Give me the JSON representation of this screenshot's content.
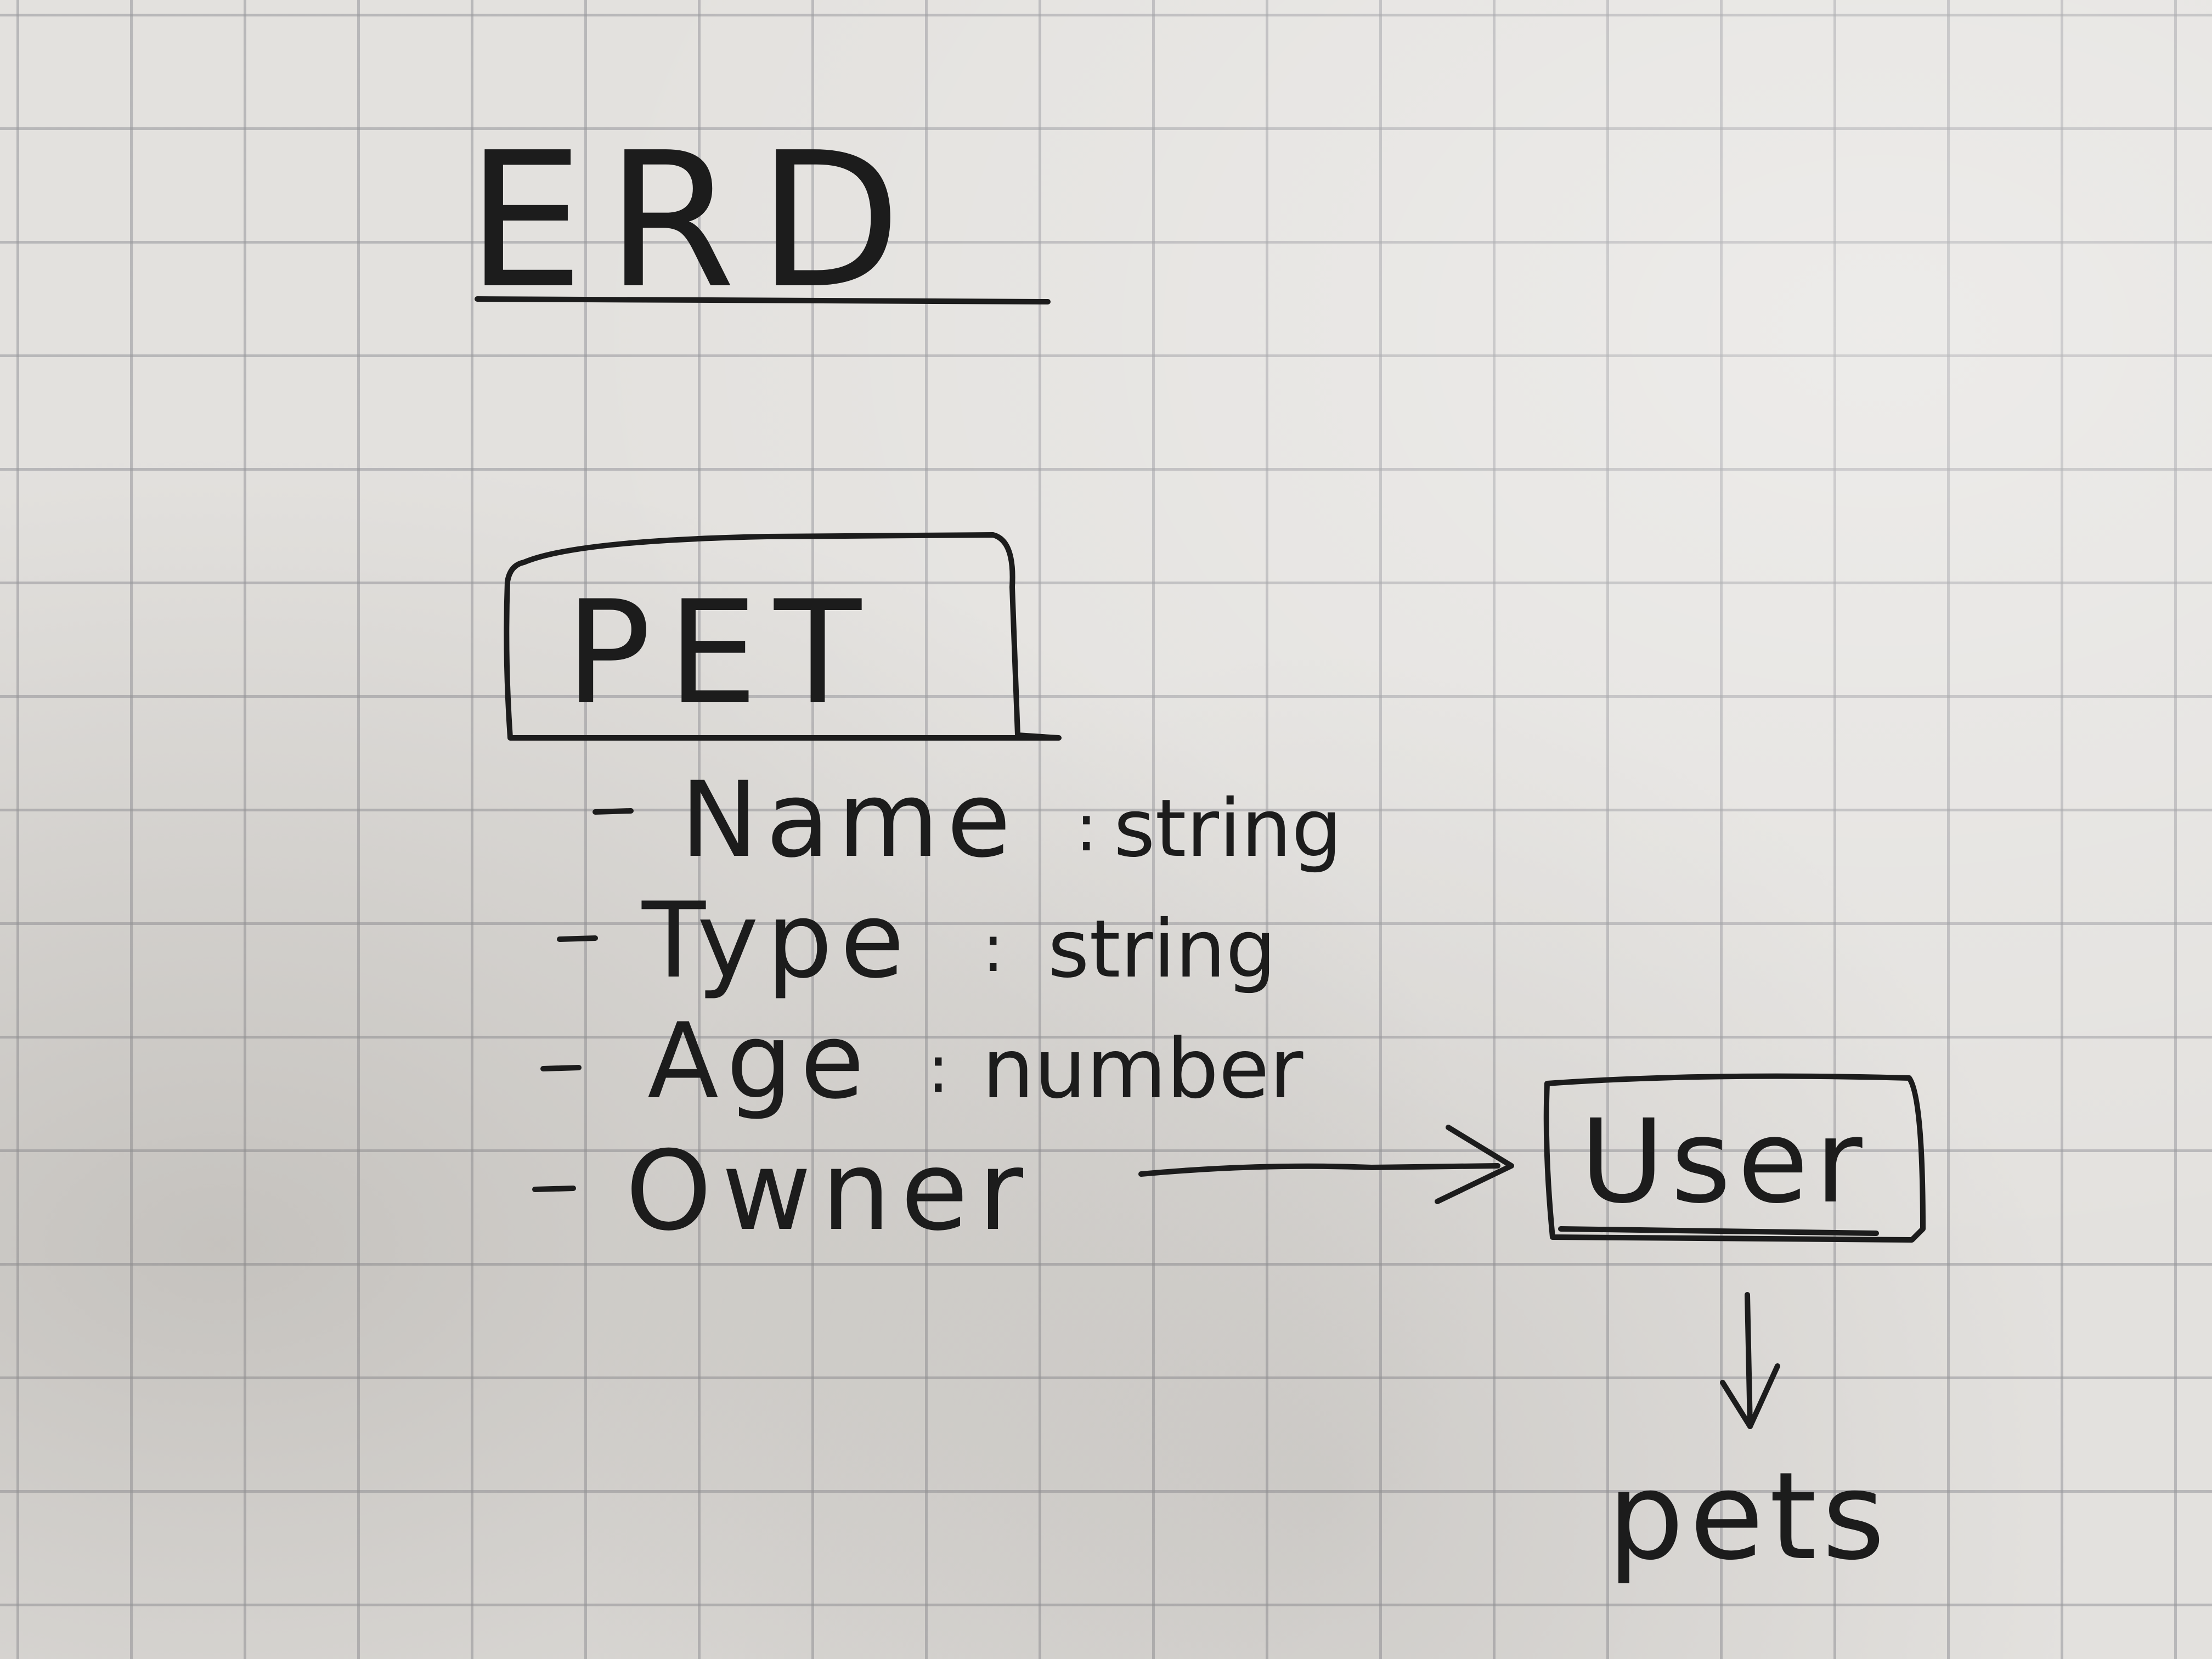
{
  "title": "ERD",
  "entities": {
    "pet": {
      "name": "PET",
      "attributes": [
        {
          "name": "Name",
          "type": "string"
        },
        {
          "name": "Type",
          "type": "string"
        },
        {
          "name": "Age",
          "type": "number"
        },
        {
          "name": "Owner",
          "type": ""
        }
      ]
    },
    "user": {
      "name": "User",
      "field": "pets"
    }
  },
  "colors": {
    "ink": "#1c1c1c",
    "paper": "#e3e1de",
    "grid": "#96969b"
  }
}
